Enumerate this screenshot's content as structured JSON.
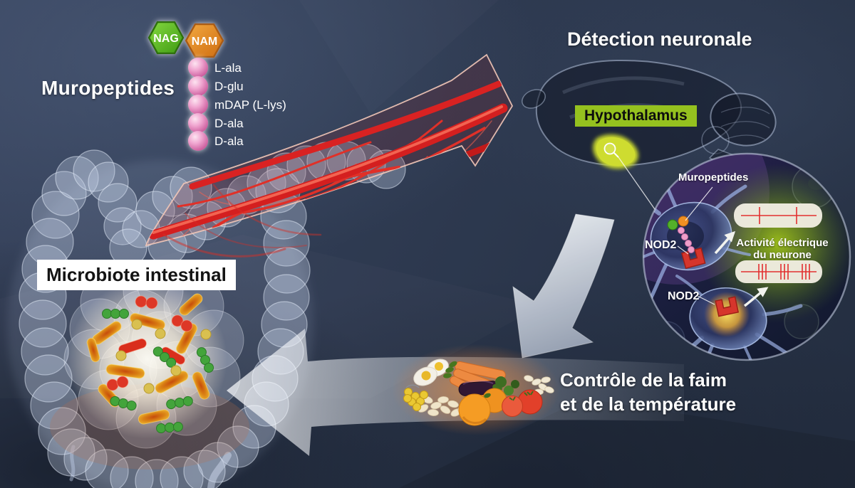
{
  "legend": {
    "title": "Muropeptides",
    "sugars": [
      {
        "label": "NAG",
        "color": "#5cb32a"
      },
      {
        "label": "NAM",
        "color": "#e8892b"
      }
    ],
    "residues": [
      "L-ala",
      "D-glu",
      "mDAP (L-lys)",
      "D-ala",
      "D-ala"
    ],
    "residue_color": "#e583b8"
  },
  "gut": {
    "label": "Microbiote intestinal"
  },
  "brain": {
    "heading": "Détection neuronale",
    "region_label": "Hypothalamus",
    "region_color": "#95c11f"
  },
  "vessel_arrow_color": "#d92020",
  "inset": {
    "molecule_label": "Muropeptides",
    "nod2": [
      {
        "label": "NOD2"
      },
      {
        "label": "NOD2"
      }
    ],
    "activity": {
      "line1": "Activité électrique",
      "line2": "du neurone"
    },
    "traces": [
      {
        "name": "low-frequency",
        "spikes": 2,
        "bursts": 1
      },
      {
        "name": "high-frequency",
        "spikes": 9,
        "bursts": 3
      }
    ],
    "trace_color": "#e23030"
  },
  "outcome": {
    "line1": "Contrôle de la faim",
    "line2": "et de la température"
  }
}
